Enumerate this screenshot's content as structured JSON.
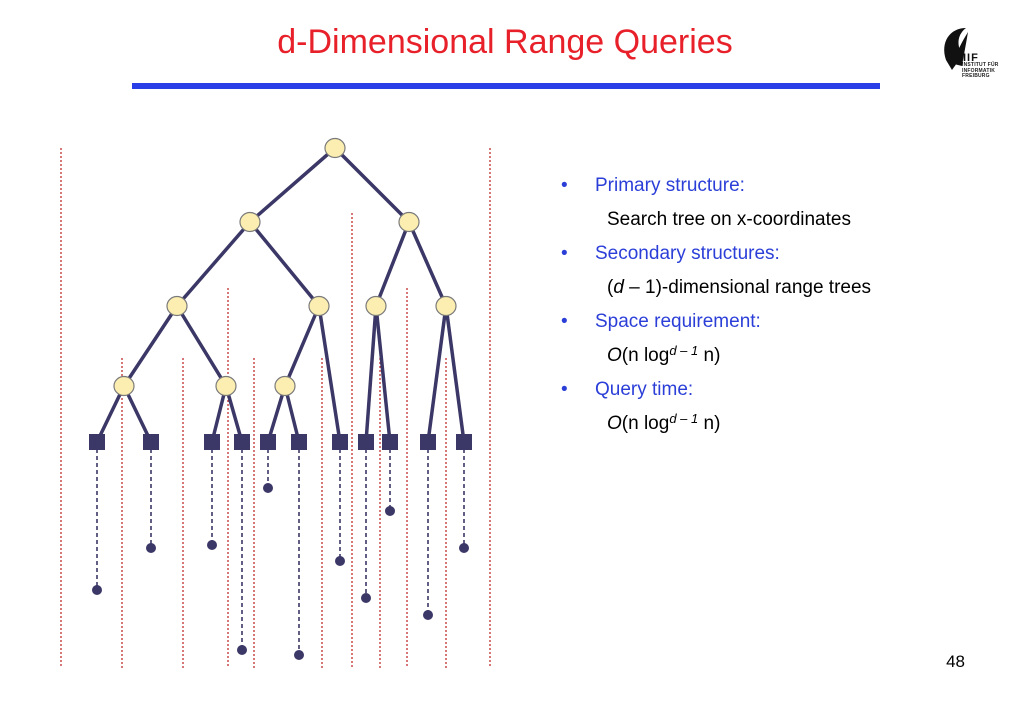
{
  "slide": {
    "title": "d-Dimensional Range Queries",
    "page_number": "48",
    "accent_color": "#e8202a",
    "rule_color": "#2a3ee8"
  },
  "logo": {
    "mark": "IIF",
    "text": "INSTITUT FÜR\nINFORMATIK\nFREIBURG",
    "icon": "iif-logo-icon"
  },
  "bullets": [
    {
      "head": "Primary structure:",
      "sub_plain": "Search tree on x-coordinates"
    },
    {
      "head": "Secondary structures:",
      "sub_pre": "(",
      "sub_italic": "d",
      "sub_post": " – 1)-dimensional range trees"
    },
    {
      "head": "Space requirement:",
      "sub_italic": "O",
      "sub_mid": "(n log",
      "sub_sup": "d – 1",
      "sub_end": " n)"
    },
    {
      "head": "Query time:",
      "sub_italic": "O",
      "sub_mid": "(n log",
      "sub_sup": "d – 1",
      "sub_end": " n)"
    }
  ],
  "diagram": {
    "node_fill": "#fbeeb0",
    "node_stroke": "#7a7a7a",
    "edge_color": "#3b3766",
    "leaf_color": "#3b3766",
    "split_line_color": "#c03030"
  }
}
